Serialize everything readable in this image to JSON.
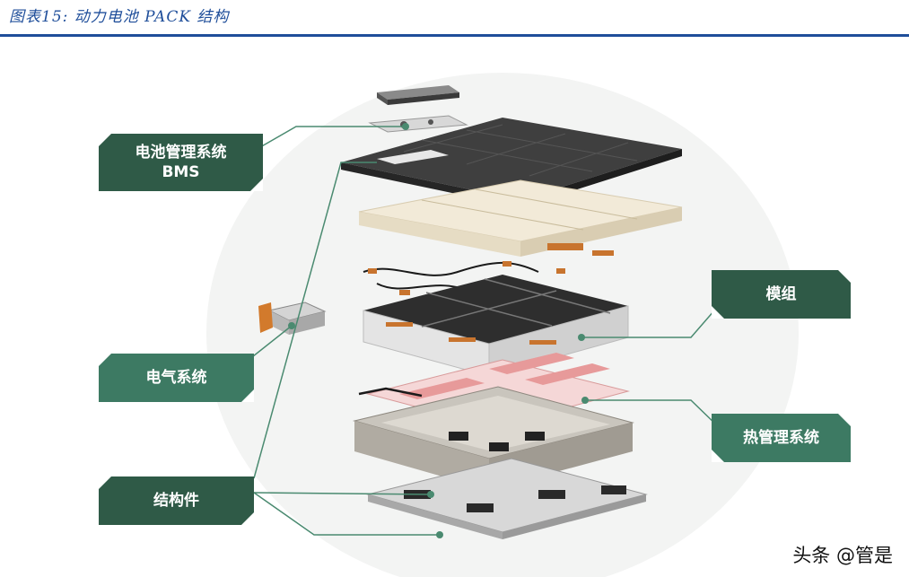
{
  "caption": "图表15:  动力电池 PACK 结构",
  "labels": {
    "bms_line1": "电池管理系统",
    "bms_line2": "BMS",
    "module": "模组",
    "electrical": "电气系统",
    "thermal": "热管理系统",
    "structure": "结构件"
  },
  "watermark": "头条 @管是",
  "colors": {
    "caption_blue": "#1f4e9a",
    "label_dark": "#2f5a47",
    "label_mid": "#3d7a63",
    "leader_line": "#4a8a70"
  }
}
